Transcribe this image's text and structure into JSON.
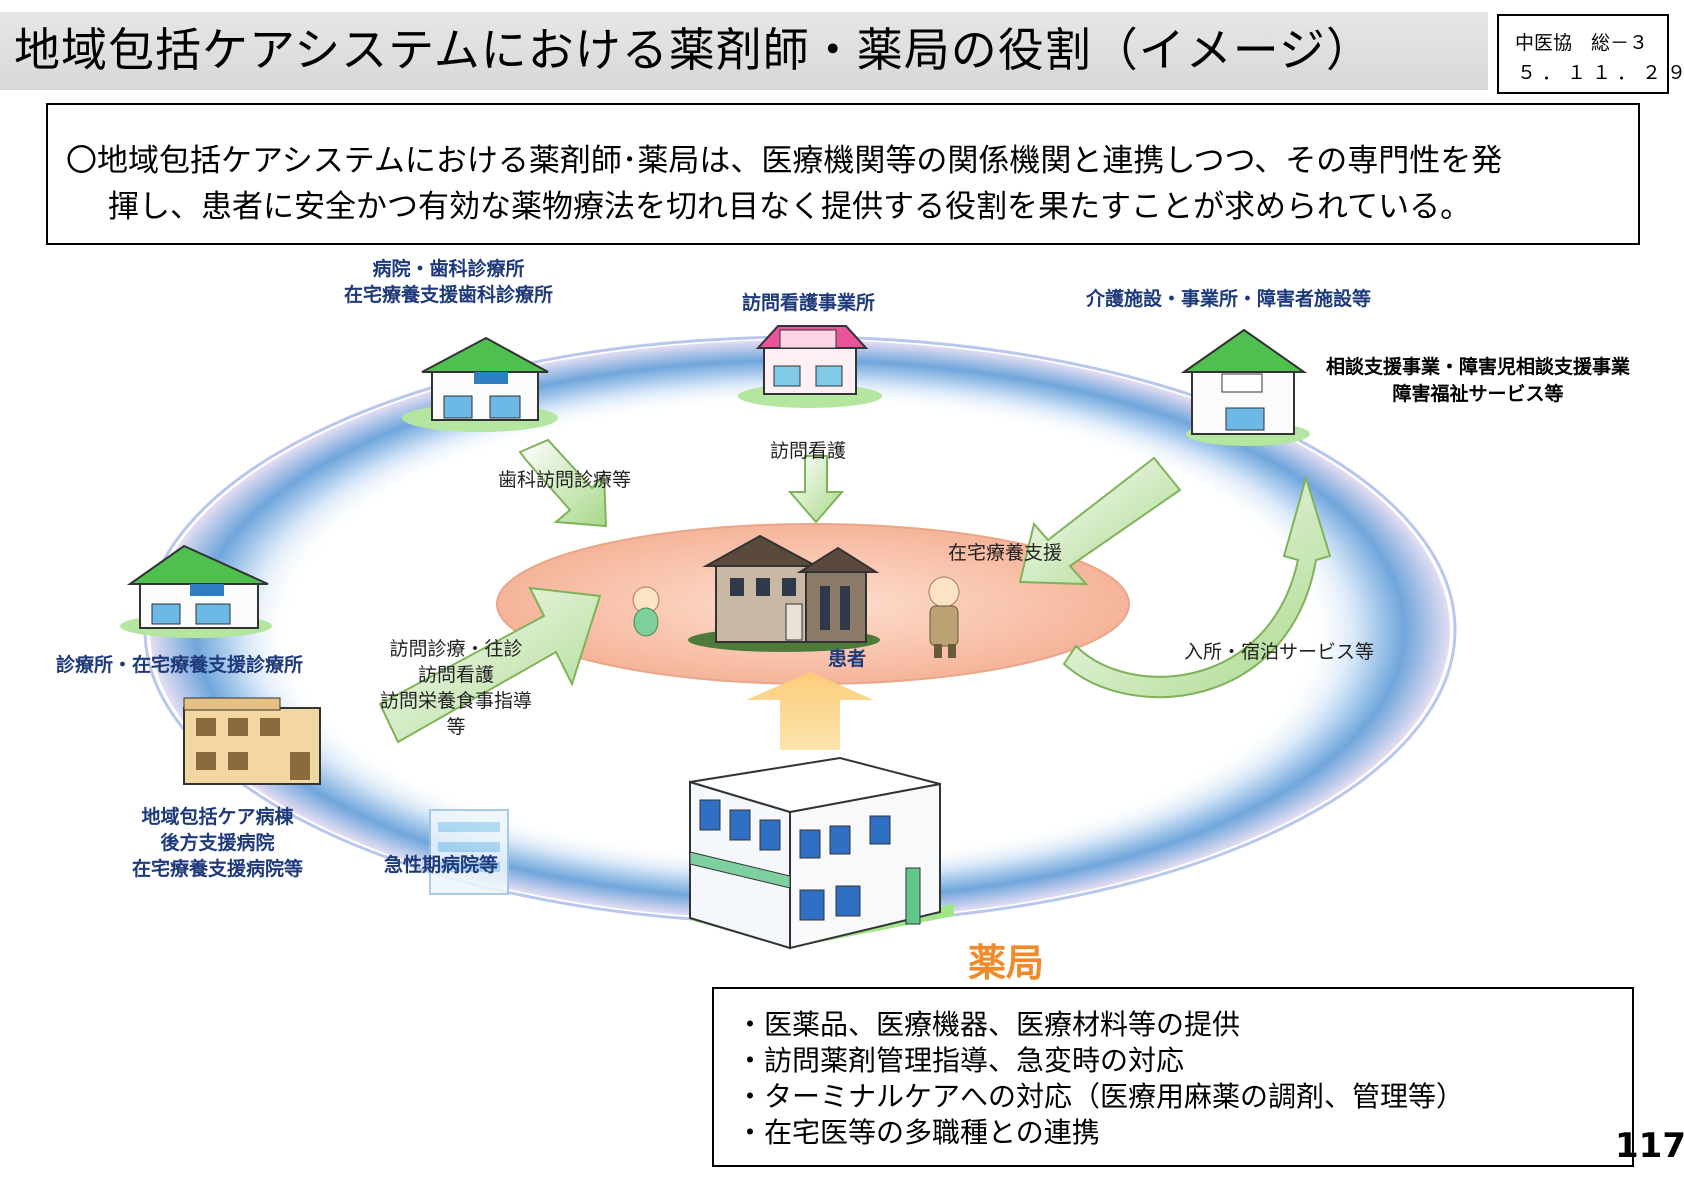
{
  "header": {
    "title": "地域包括ケアシステムにおける薬剤師・薬局の役割（イメージ）",
    "meeting_id": "中医協　総－３",
    "meeting_date": "５．１１．２９"
  },
  "summary": {
    "line1": "〇地域包括ケアシステムにおける薬剤師･薬局は、医療機関等の関係機関と連携しつつ、その専門性を発",
    "line2": "揮し、患者に安全かつ有効な薬物療法を切れ目なく提供する役割を果たすことが求められている。"
  },
  "diagram": {
    "hospital_dental": [
      "病院・歯科診療所",
      "在宅療養支援歯科診療所"
    ],
    "visiting_nursing_office": "訪問看護事業所",
    "care_facilities": "介護施設・事業所・障害者施設等",
    "consultation_support": [
      "相談支援事業・障害児相談支援事業",
      "障害福祉サービス等"
    ],
    "clinic": "診療所・在宅療養支援診療所",
    "community_ward": [
      "地域包括ケア病棟",
      "後方支援病院",
      "在宅療養支援病院等"
    ],
    "acute_hospital": "急性期病院等",
    "patient": "患者",
    "pharmacy": "薬局",
    "arrows": {
      "dental_visit": "歯科訪問診療等",
      "visit_nursing": "訪問看護",
      "home_care_support": "在宅療養支援",
      "admission_services": "入所・宿泊サービス等",
      "clinic_services": [
        "訪問診療・往診",
        "訪問看護",
        "訪問栄養食事指導",
        "等"
      ]
    }
  },
  "pharmacy_services": [
    "・医薬品、医療機器、医療材料等の提供",
    "・訪問薬剤管理指導、急変時の対応",
    "・ターミナルケアへの対応（医療用麻薬の調剤、管理等）",
    "・在宅医等の多職種との連携"
  ],
  "page_number": "117",
  "colors": {
    "ring": "#6fa6dc",
    "center_ellipse": "#f6b49a",
    "arrow_green": "#9fd17a",
    "arrow_orange": "#fbd38a",
    "label_blue": "#1f3a7a",
    "pharmacy_orange": "#f08a2a"
  }
}
